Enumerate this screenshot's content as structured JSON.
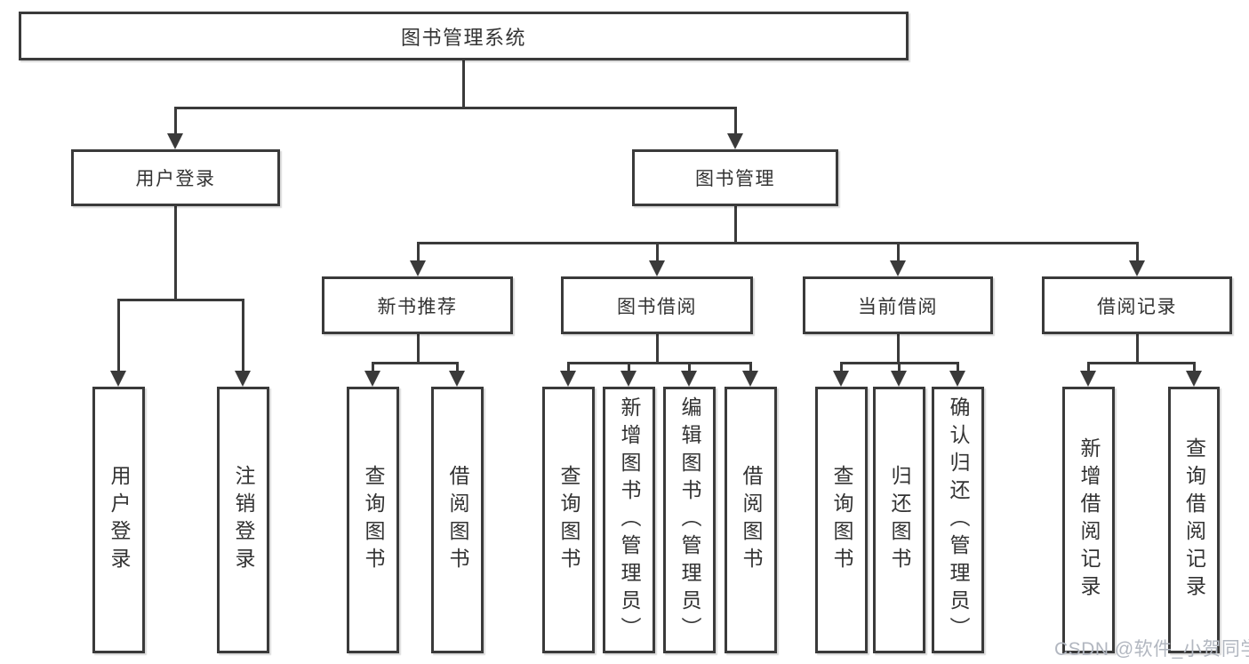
{
  "diagram": {
    "type": "hierarchy-tree",
    "colors": {
      "line": "#3a3a3a",
      "text": "#333333",
      "box_background": "#ffffff",
      "page_background": "#ffffff",
      "watermark": "#b2b7c0"
    },
    "watermark": "CSDN @软件_小贺同学",
    "root": {
      "label": "图书管理系统",
      "children": [
        {
          "label": "用户登录",
          "children": [
            {
              "label": "用户登录"
            },
            {
              "label": "注销登录"
            }
          ]
        },
        {
          "label": "图书管理",
          "children": [
            {
              "label": "新书推荐",
              "children": [
                {
                  "label": "查询图书"
                },
                {
                  "label": "借阅图书"
                }
              ]
            },
            {
              "label": "图书借阅",
              "children": [
                {
                  "label": "查询图书"
                },
                {
                  "label": "新增图书（管理员）"
                },
                {
                  "label": "编辑图书（管理员）"
                },
                {
                  "label": "借阅图书"
                }
              ]
            },
            {
              "label": "当前借阅",
              "children": [
                {
                  "label": "查询图书"
                },
                {
                  "label": "归还图书"
                },
                {
                  "label": "确认归还（管理员）"
                }
              ]
            },
            {
              "label": "借阅记录",
              "children": [
                {
                  "label": "新增借阅记录"
                },
                {
                  "label": "查询借阅记录"
                }
              ]
            }
          ]
        }
      ]
    }
  }
}
